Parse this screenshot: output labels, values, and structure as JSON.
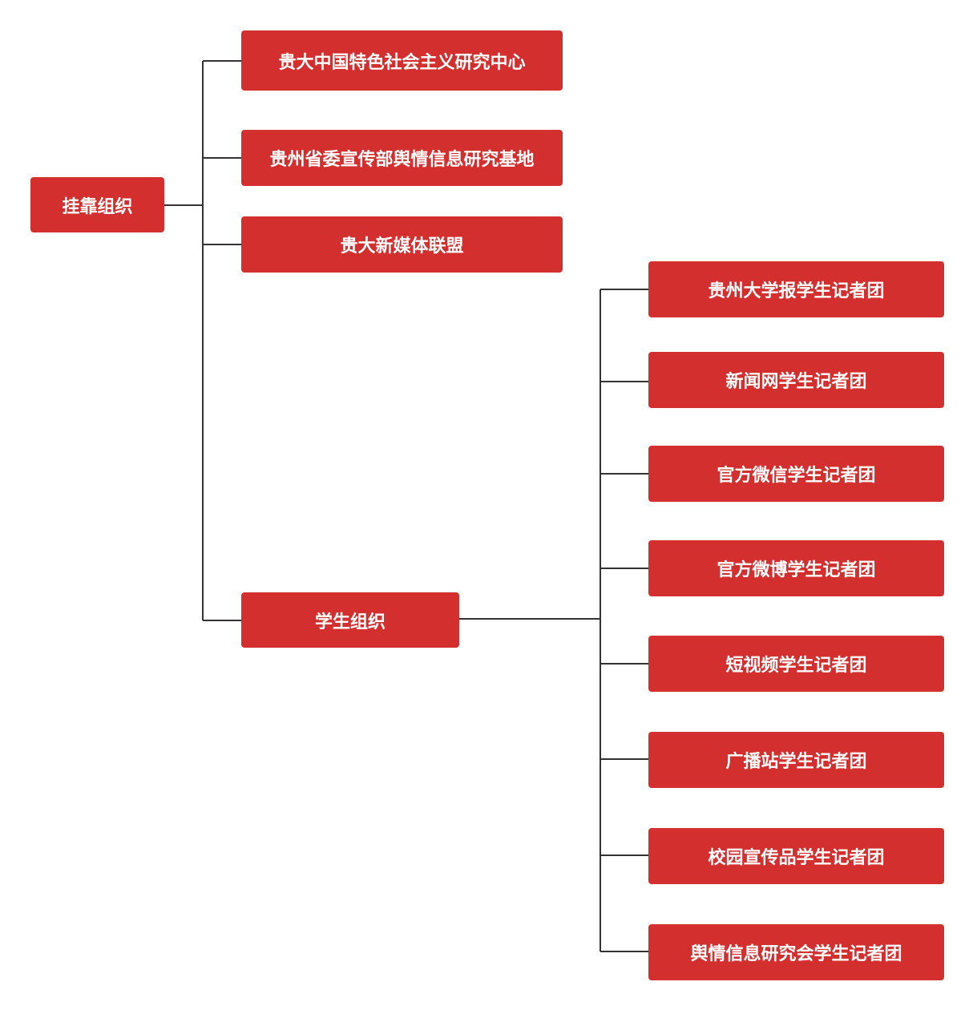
{
  "root": {
    "label": "挂靠组织"
  },
  "affiliates": [
    {
      "label": "贵大中国特色社会主义研究中心"
    },
    {
      "label": "贵州省委宣传部舆情信息研究基地"
    },
    {
      "label": "贵大新媒体联盟"
    }
  ],
  "student_org": {
    "label": "学生组织",
    "children": [
      {
        "label": "贵州大学报学生记者团"
      },
      {
        "label": "新闻网学生记者团"
      },
      {
        "label": "官方微信学生记者团"
      },
      {
        "label": "官方微博学生记者团"
      },
      {
        "label": "短视频学生记者团"
      },
      {
        "label": "广播站学生记者团"
      },
      {
        "label": "校园宣传品学生记者团"
      },
      {
        "label": "舆情信息研究会学生记者团"
      }
    ]
  },
  "colors": {
    "node_fill": "#d32f2f",
    "node_text": "#ffffff",
    "connector": "#333333"
  }
}
